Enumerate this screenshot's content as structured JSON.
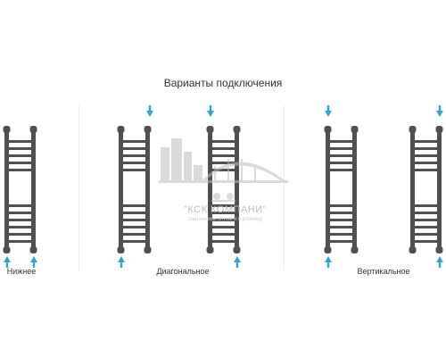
{
  "title": "Варианты подключения",
  "watermark": {
    "brand_text": "\"КСК КОМПАНИ\"",
    "tagline": "сантехника оптом и в розницу",
    "color": "#b9bcc0"
  },
  "options": [
    {
      "id": "bottom",
      "label": "Нижнее"
    },
    {
      "id": "diagonal",
      "label": "Диагональное"
    },
    {
      "id": "vertical",
      "label": "Вертикальное"
    }
  ],
  "colors": {
    "rail": "#4f4f4f",
    "arrow": "#2aa7d6",
    "text": "#333333"
  },
  "icons": [
    "towel-rail-icon",
    "arrow-up-icon",
    "arrow-down-icon"
  ]
}
